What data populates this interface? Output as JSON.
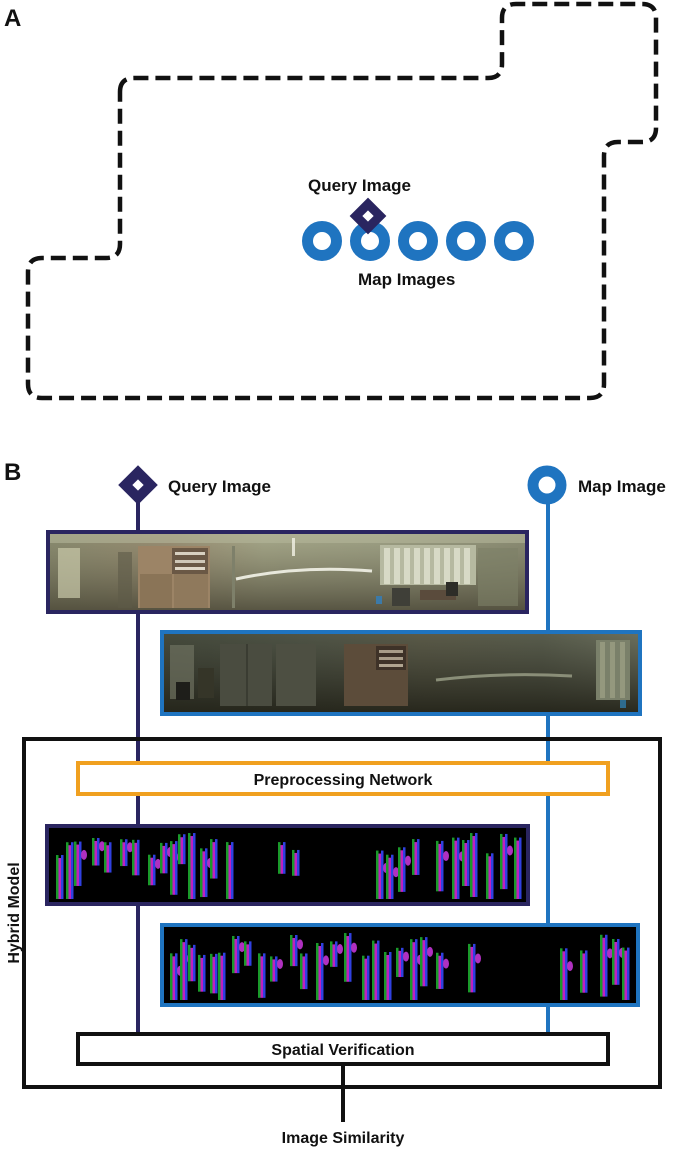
{
  "panel_a": {
    "letter": "A",
    "query_label": "Query Image",
    "map_label": "Map Images",
    "map_image_count": 5
  },
  "panel_b": {
    "letter": "B",
    "query_label": "Query Image",
    "map_label": "Map Image",
    "preprocessing_label": "Preprocessing Network",
    "hybrid_label": "Hybrid Model",
    "verification_label": "Spatial Verification",
    "output_label": "Image Similarity"
  },
  "colors": {
    "query": "#2a2560",
    "map": "#1f74c0",
    "preprocessing": "#f0a020",
    "outline": "#111111"
  },
  "icons": {
    "query_marker": "diamond-icon",
    "map_marker": "ring-icon"
  }
}
